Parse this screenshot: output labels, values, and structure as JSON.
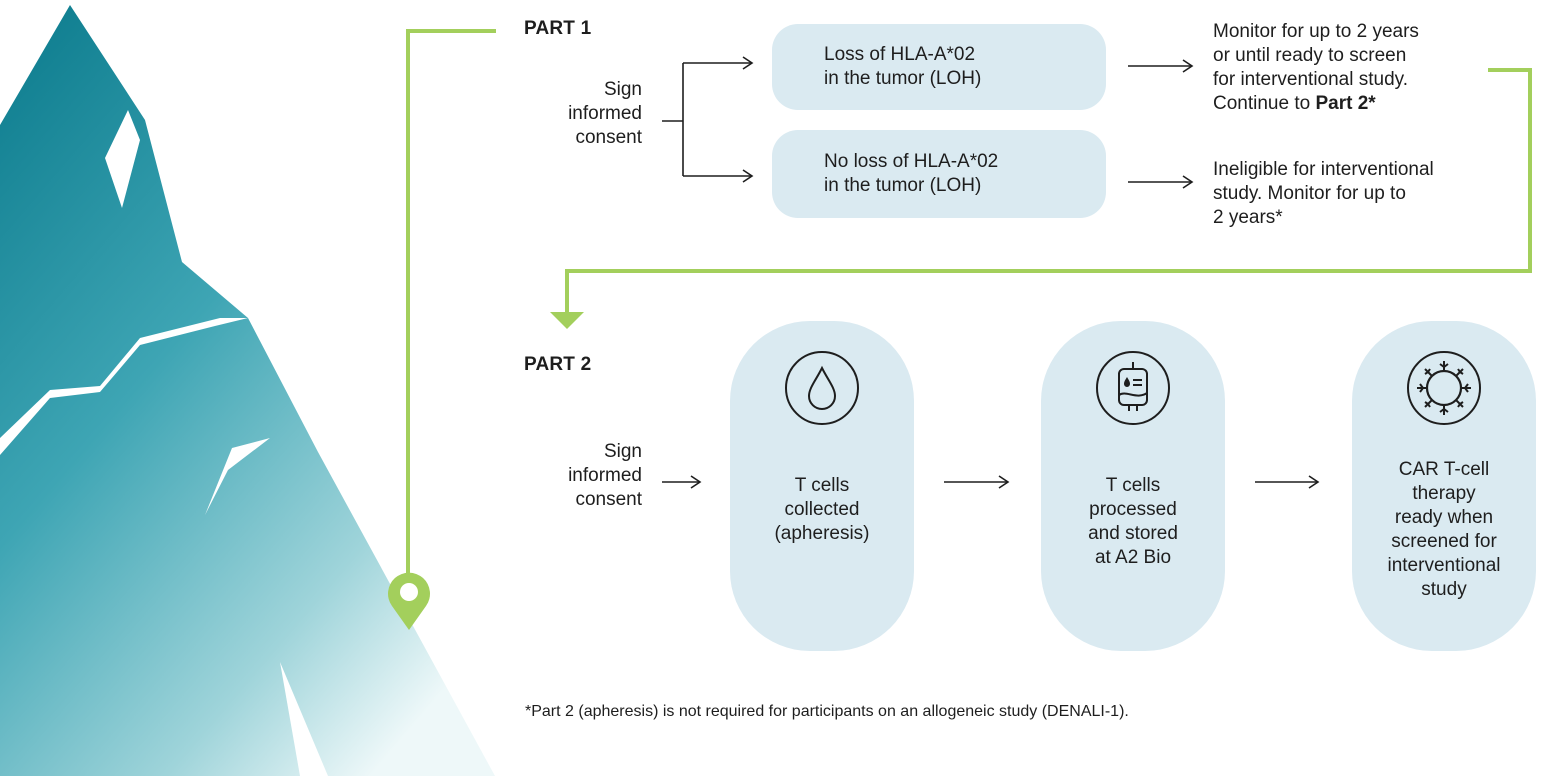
{
  "part1": {
    "title": "PART 1",
    "consent": "Sign\ninformed\nconsent",
    "branch_loss": "Loss of HLA-A*02\nin the tumor (LOH)",
    "branch_no_loss": "No loss of HLA-A*02\nin the tumor (LOH)",
    "outcome_loss_text": "Monitor for up to 2 years\nor until ready to screen\nfor interventional study.\nContinue to ",
    "outcome_loss_bold": "Part 2*",
    "outcome_no_loss": "Ineligible for interventional\nstudy. Monitor for up to\n2 years*"
  },
  "part2": {
    "title": "PART 2",
    "consent": "Sign\ninformed\nconsent",
    "steps": [
      {
        "icon": "droplet-icon",
        "label": "T cells\ncollected\n(apheresis)"
      },
      {
        "icon": "iv-bag-icon",
        "label": "T cells\nprocessed\nand stored\nat A2 Bio"
      },
      {
        "icon": "snowflake-ring-icon",
        "label": "CAR T-cell\ntherapy\nready when\nscreened for\ninterventional\nstudy"
      }
    ]
  },
  "footnote": "*Part 2 (apheresis) is not required for participants on an allogeneic study (DENALI-1).",
  "colors": {
    "accent_green": "#a3cf5c",
    "pill_fill": "#daeaf1",
    "mountain_dark": "#0b7e8e",
    "mountain_light": "#c4e6ea"
  }
}
